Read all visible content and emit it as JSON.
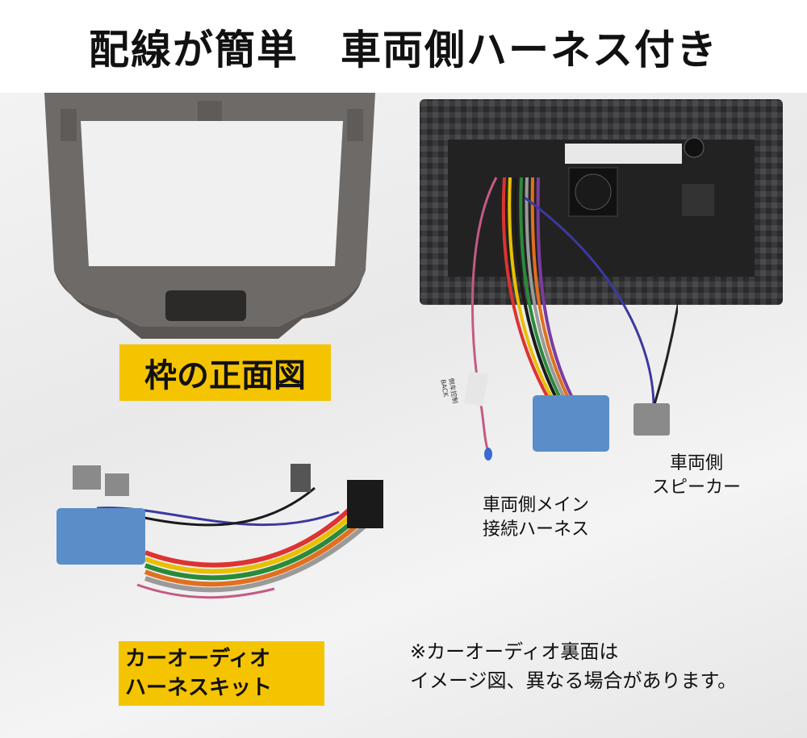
{
  "title": "配線が簡単　車両側ハーネス付き",
  "frame_label": "枠の正面図",
  "kit_label": {
    "line1": "カーオーディオ",
    "line2": "ハーネスキット"
  },
  "main_harness_caption": {
    "line1": "車両側メイン",
    "line2": "接続ハーネス"
  },
  "speaker_caption": {
    "line1": "車両側",
    "line2": "スピーカー"
  },
  "note": {
    "line1": "※カーオーディオ裏面は",
    "line2": "イメージ図、異なる場合があります。"
  },
  "tag_text": {
    "line1": "倒车控制",
    "line2": "BACK"
  },
  "colors": {
    "accent": "#f5c400",
    "frame": "#6e6a68",
    "connector": "#5b8ec8"
  }
}
